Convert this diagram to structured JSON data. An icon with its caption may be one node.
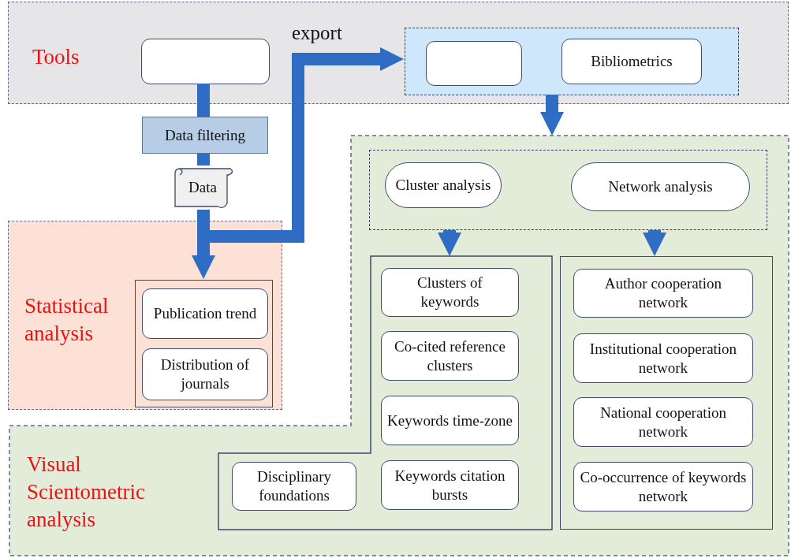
{
  "diagram": {
    "nodes": [
      {
        "text": [
          "Tools"
        ]
      },
      {
        "text": [],
        "shape": "box",
        "in": 0
      },
      {
        "text": [],
        "shape": "box",
        "in": 0
      },
      {
        "text": [],
        "shape": "box",
        "in": 2
      },
      {
        "text": [
          "Bibliometrics"
        ],
        "in": 2
      },
      {
        "text": [
          "Data filtering"
        ]
      },
      {
        "text": [
          "Data"
        ]
      },
      {
        "text": [
          "Statistical analysis"
        ]
      },
      {
        "text": [],
        "shape": "box",
        "in": 7
      },
      {
        "text": [
          "Publication trend"
        ],
        "in": 8
      },
      {
        "text": [
          "Distribution of journals"
        ],
        "in": 8
      },
      {
        "text": [
          "Visual Scientometric analysis"
        ]
      },
      {
        "text": [],
        "shape": "box",
        "in": 11
      },
      {
        "text": [
          "Cluster analysis"
        ],
        "in": 12
      },
      {
        "text": [
          "Network analysis"
        ],
        "in": 12
      },
      {
        "text": [],
        "shape": "box",
        "in": 11
      },
      {
        "text": [
          "Clusters of keywords"
        ],
        "in": 15
      },
      {
        "text": [
          "Co-cited reference clusters"
        ],
        "in": 15
      },
      {
        "text": [
          "Keywords time-zone"
        ],
        "in": 15
      },
      {
        "text": [
          "Disciplinary foundations"
        ],
        "in": 15
      },
      {
        "text": [
          "Keywords citation bursts"
        ],
        "in": 15
      },
      {
        "text": [],
        "shape": "box",
        "in": 11
      },
      {
        "text": [
          "Author cooperation network"
        ],
        "in": 21
      },
      {
        "text": [
          "Institutional cooperation network"
        ],
        "in": 21
      },
      {
        "text": [
          "National cooperation network"
        ],
        "in": 21
      },
      {
        "text": [
          "Co-occurrence of keywords network"
        ],
        "in": 21
      }
    ],
    "edges": [
      {
        "from": 1,
        "to": 5,
        "arrow": "none"
      },
      {
        "from": 5,
        "to": 6,
        "arrow": "none"
      },
      {
        "from": 6,
        "to": 8,
        "arrow": "to"
      },
      {
        "from": 6,
        "to": 2,
        "arrow": "to",
        "label": "export"
      },
      {
        "from": 2,
        "to": 11,
        "arrow": "to"
      },
      {
        "from": 12,
        "to": 15,
        "arrow": "to"
      },
      {
        "from": 12,
        "to": 21,
        "arrow": "to"
      }
    ]
  }
}
